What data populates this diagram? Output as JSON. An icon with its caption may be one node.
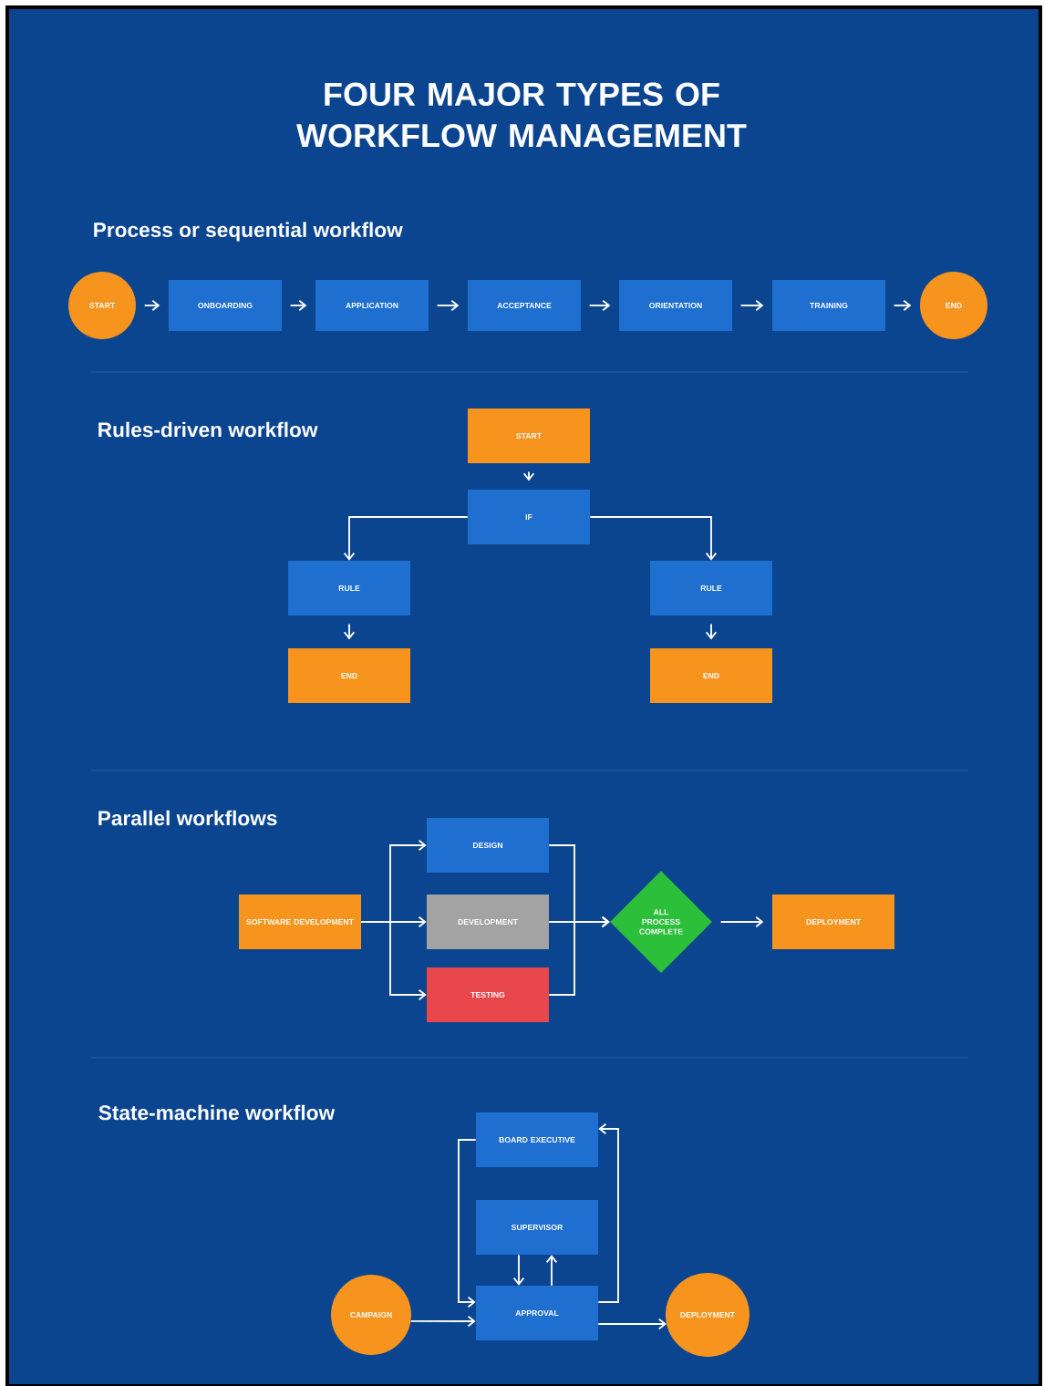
{
  "diagram": {
    "title": "FOUR MAJOR TYPES OF WORKFLOW MANAGEMENT",
    "nodes": [
      {
        "text": [
          "START"
        ]
      },
      {
        "text": [
          "ONBOARDING"
        ]
      },
      {
        "text": [
          "APPLICATION"
        ]
      },
      {
        "text": [
          "ACCEPTANCE"
        ]
      },
      {
        "text": [
          "ORIENTATION"
        ]
      },
      {
        "text": [
          "TRAINING"
        ]
      },
      {
        "text": [
          "END"
        ]
      },
      {
        "text": [
          "START"
        ]
      },
      {
        "text": [
          "IF"
        ]
      },
      {
        "text": [
          "RULE"
        ]
      },
      {
        "text": [
          "RULE"
        ]
      },
      {
        "text": [
          "END"
        ]
      },
      {
        "text": [
          "END"
        ]
      },
      {
        "text": [
          "SOFTWARE DEVELOPMENT"
        ]
      },
      {
        "text": [
          "DESIGN"
        ]
      },
      {
        "text": [
          "DEVELOPMENT"
        ]
      },
      {
        "text": [
          "TESTING"
        ]
      },
      {
        "text": [
          "ALL PROCESS COMPLETE"
        ]
      },
      {
        "text": [
          "DEPLOYMENT"
        ]
      },
      {
        "text": [
          "BOARD EXECUTIVE"
        ]
      },
      {
        "text": [
          "SUPERVISOR"
        ]
      },
      {
        "text": [
          "APPROVAL"
        ]
      },
      {
        "text": [
          "CAMPAIGN"
        ]
      },
      {
        "text": [
          "DEPLOYMENT"
        ]
      }
    ],
    "edges": [
      {
        "from": 0,
        "to": 1,
        "arrow": "to"
      },
      {
        "from": 1,
        "to": 2,
        "arrow": "to"
      },
      {
        "from": 2,
        "to": 3,
        "arrow": "to"
      },
      {
        "from": 3,
        "to": 4,
        "arrow": "to"
      },
      {
        "from": 4,
        "to": 5,
        "arrow": "to"
      },
      {
        "from": 5,
        "to": 6,
        "arrow": "to"
      },
      {
        "from": 7,
        "to": 8,
        "arrow": "to"
      },
      {
        "from": 8,
        "to": 9,
        "arrow": "to"
      },
      {
        "from": 8,
        "to": 10,
        "arrow": "to"
      },
      {
        "from": 9,
        "to": 11,
        "arrow": "to"
      },
      {
        "from": 10,
        "to": 12,
        "arrow": "to"
      },
      {
        "from": 13,
        "to": 14,
        "arrow": "to"
      },
      {
        "from": 13,
        "to": 15,
        "arrow": "to"
      },
      {
        "from": 13,
        "to": 16,
        "arrow": "to"
      },
      {
        "from": 14,
        "to": 17,
        "arrow": "to"
      },
      {
        "from": 15,
        "to": 17,
        "arrow": "to"
      },
      {
        "from": 16,
        "to": 17,
        "arrow": "to"
      },
      {
        "from": 17,
        "to": 18,
        "arrow": "to"
      },
      {
        "from": 19,
        "to": 21,
        "arrow": "to"
      },
      {
        "from": 21,
        "to": 19,
        "arrow": "to"
      },
      {
        "from": 21,
        "to": 20,
        "arrow": "to"
      },
      {
        "from": 20,
        "to": 21,
        "arrow": "to"
      },
      {
        "from": 22,
        "to": 21,
        "arrow": "to"
      },
      {
        "from": 21,
        "to": 23,
        "arrow": "to"
      }
    ],
    "labels": [
      "Process or sequential workflow",
      "Rules-driven workflow",
      "Parallel workflows",
      "State-machine workflow"
    ]
  }
}
